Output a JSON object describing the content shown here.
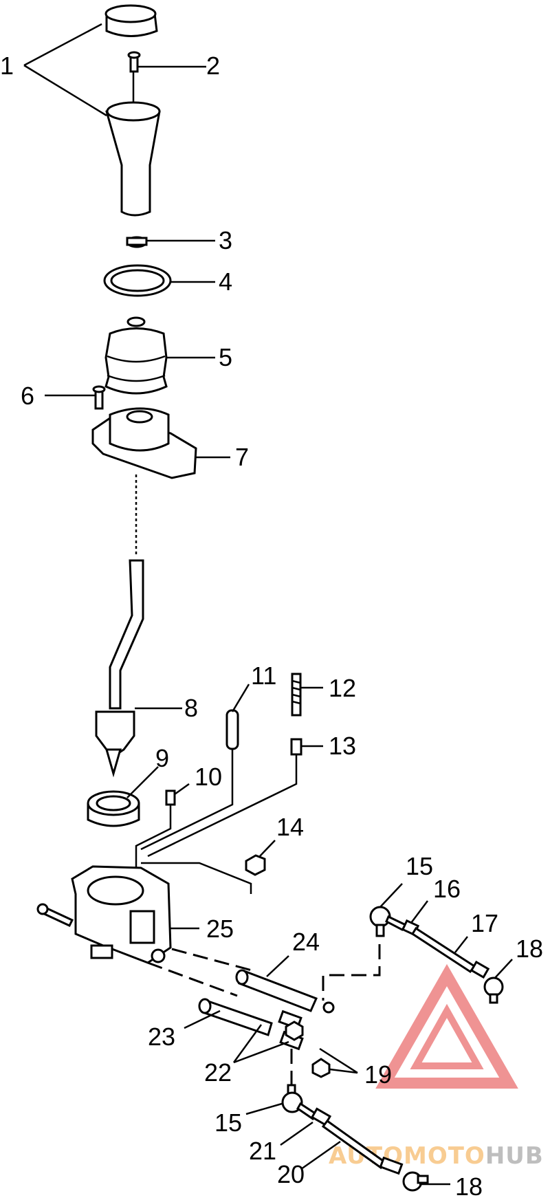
{
  "diagram": {
    "callouts": [
      {
        "id": "c1",
        "label": "1"
      },
      {
        "id": "c2",
        "label": "2"
      },
      {
        "id": "c3",
        "label": "3"
      },
      {
        "id": "c4",
        "label": "4"
      },
      {
        "id": "c5",
        "label": "5"
      },
      {
        "id": "c6",
        "label": "6"
      },
      {
        "id": "c7",
        "label": "7"
      },
      {
        "id": "c8",
        "label": "8"
      },
      {
        "id": "c9",
        "label": "9"
      },
      {
        "id": "c10",
        "label": "10"
      },
      {
        "id": "c11",
        "label": "11"
      },
      {
        "id": "c12",
        "label": "12"
      },
      {
        "id": "c13",
        "label": "13"
      },
      {
        "id": "c14",
        "label": "14"
      },
      {
        "id": "c15a",
        "label": "15"
      },
      {
        "id": "c16",
        "label": "16"
      },
      {
        "id": "c17",
        "label": "17"
      },
      {
        "id": "c18a",
        "label": "18"
      },
      {
        "id": "c25",
        "label": "25"
      },
      {
        "id": "c24",
        "label": "24"
      },
      {
        "id": "c23",
        "label": "23"
      },
      {
        "id": "c22",
        "label": "22"
      },
      {
        "id": "c19",
        "label": "19"
      },
      {
        "id": "c15b",
        "label": "15"
      },
      {
        "id": "c21",
        "label": "21"
      },
      {
        "id": "c20",
        "label": "20"
      },
      {
        "id": "c18b",
        "label": "18"
      }
    ]
  },
  "watermark": {
    "part1": "AUTO",
    "part2": "MOTO",
    "part3": "HUB",
    "color_red": "#e23b3b",
    "color_orange": "#f3a43a",
    "color_grey": "#8a8a8a"
  }
}
